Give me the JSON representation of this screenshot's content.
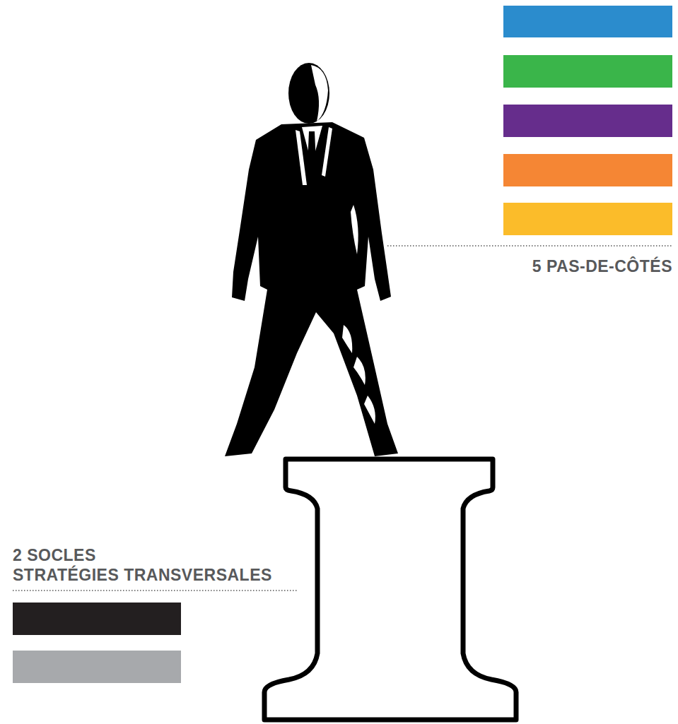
{
  "diagram": {
    "labels": [
      "5 PAS-DE-CÔTÉS",
      "2 SOCLES",
      "STRATÉGIES TRANSVERSALES"
    ]
  }
}
